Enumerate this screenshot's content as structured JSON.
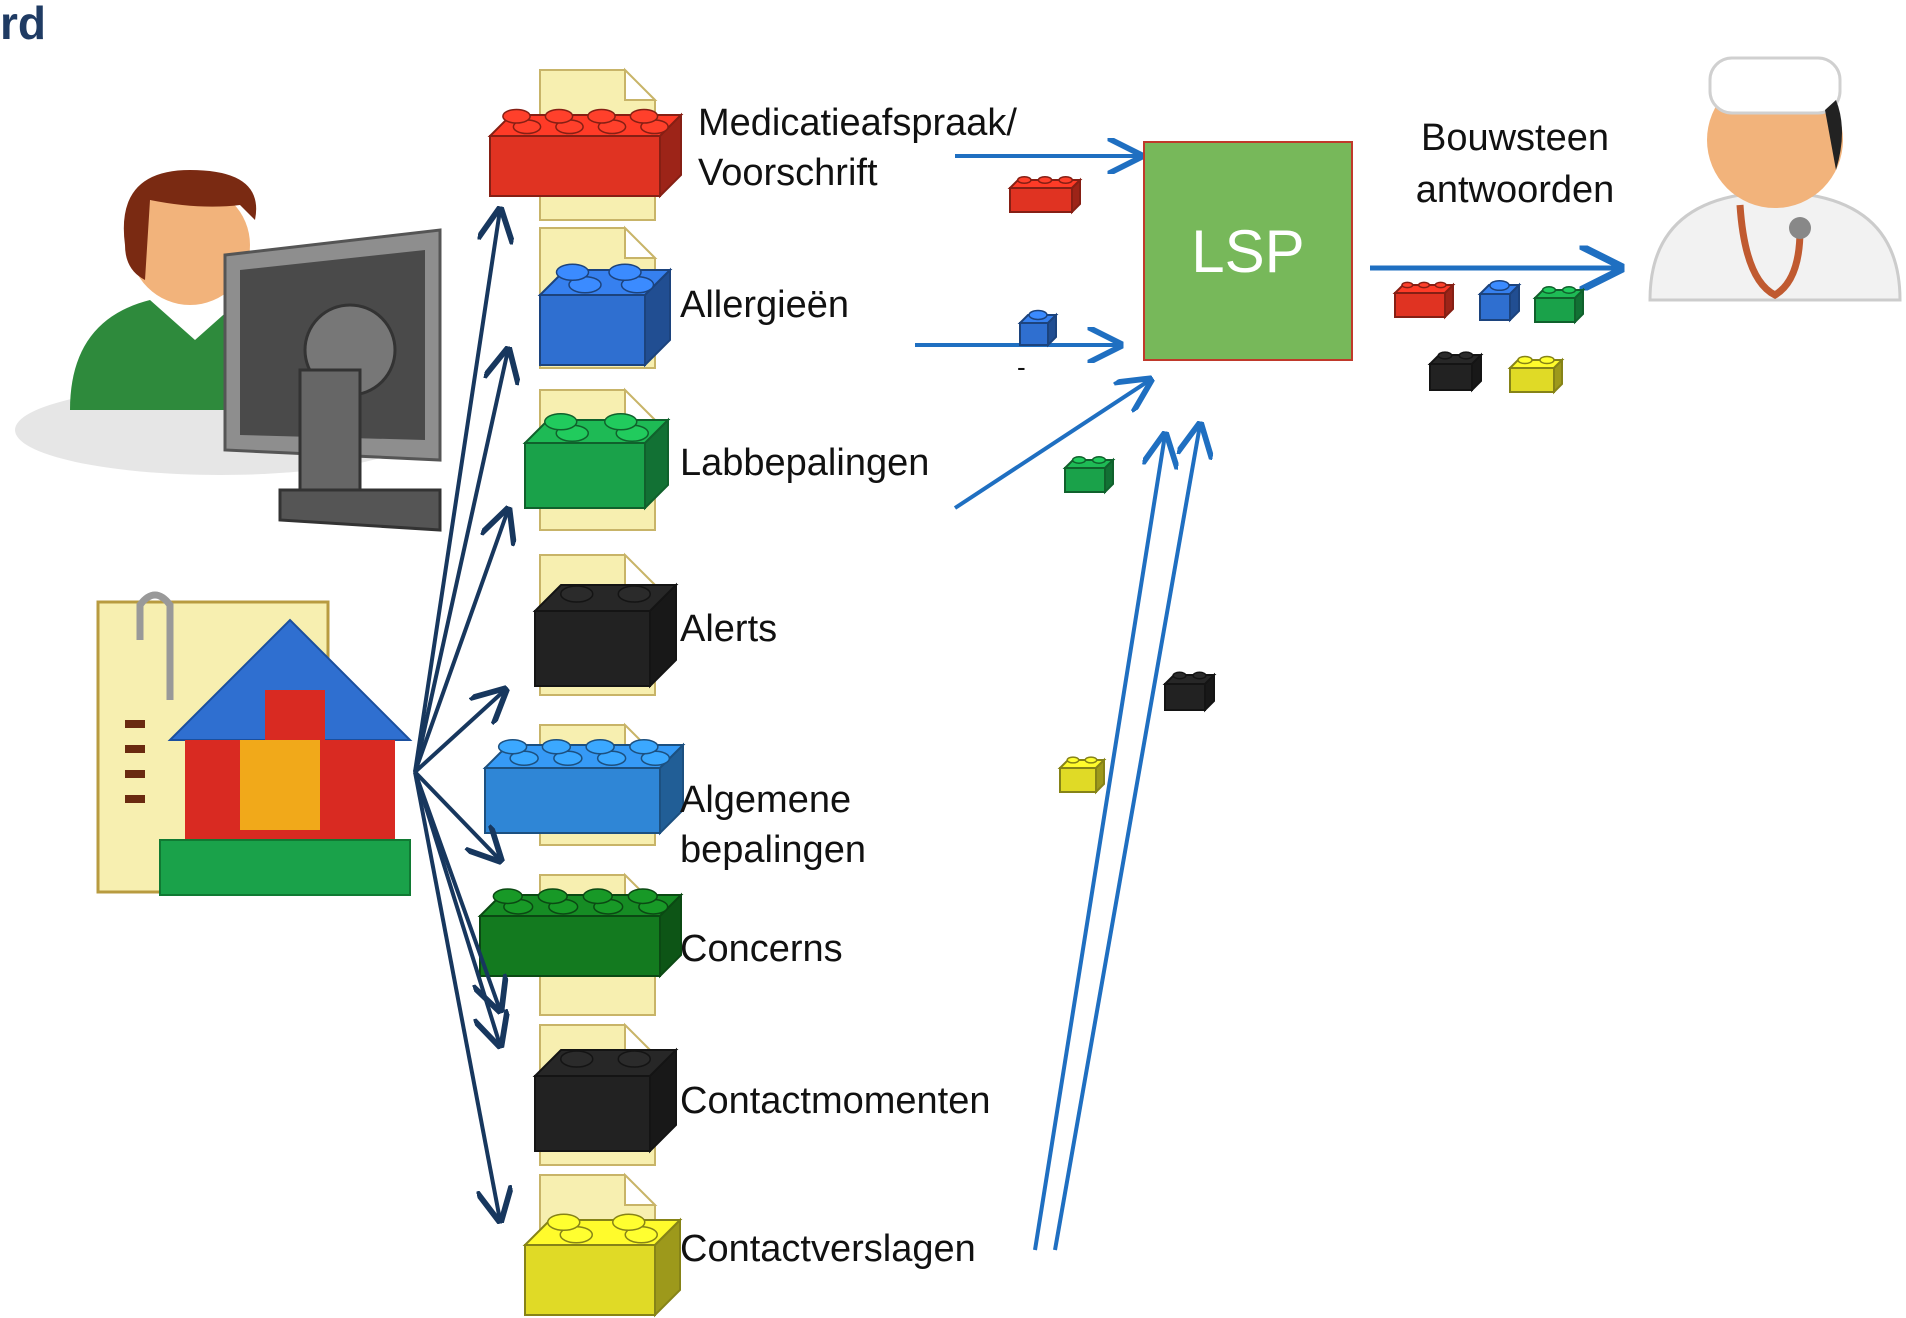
{
  "title_fragment": "rd",
  "center_label": "LSP",
  "response_label_lines": [
    "Bouwsteen",
    "antwoorden"
  ],
  "stray_dash": "-",
  "building_blocks": [
    {
      "lines": [
        "Medicatieafspraak/",
        "Voorschrift"
      ],
      "color": "#e03322"
    },
    {
      "lines": [
        "Allergieën"
      ],
      "color": "#2f6fd0"
    },
    {
      "lines": [
        "Labbepalingen"
      ],
      "color": "#1aa24a"
    },
    {
      "lines": [
        "Alerts"
      ],
      "color": "#222222"
    },
    {
      "lines": [
        "Algemene",
        "bepalingen"
      ],
      "color": "#2f86d6"
    },
    {
      "lines": [
        "Concerns"
      ],
      "color": "#137a1f"
    },
    {
      "lines": [
        "Contactmomenten"
      ],
      "color": "#222222"
    },
    {
      "lines": [
        "Contactverslagen"
      ],
      "color": "#e0da26"
    }
  ],
  "colors": {
    "source_arrows": "#17375e",
    "lsp_arrows": "#1f6fc1",
    "lsp_fill": "#77b85a",
    "lsp_border": "#c0392b"
  }
}
